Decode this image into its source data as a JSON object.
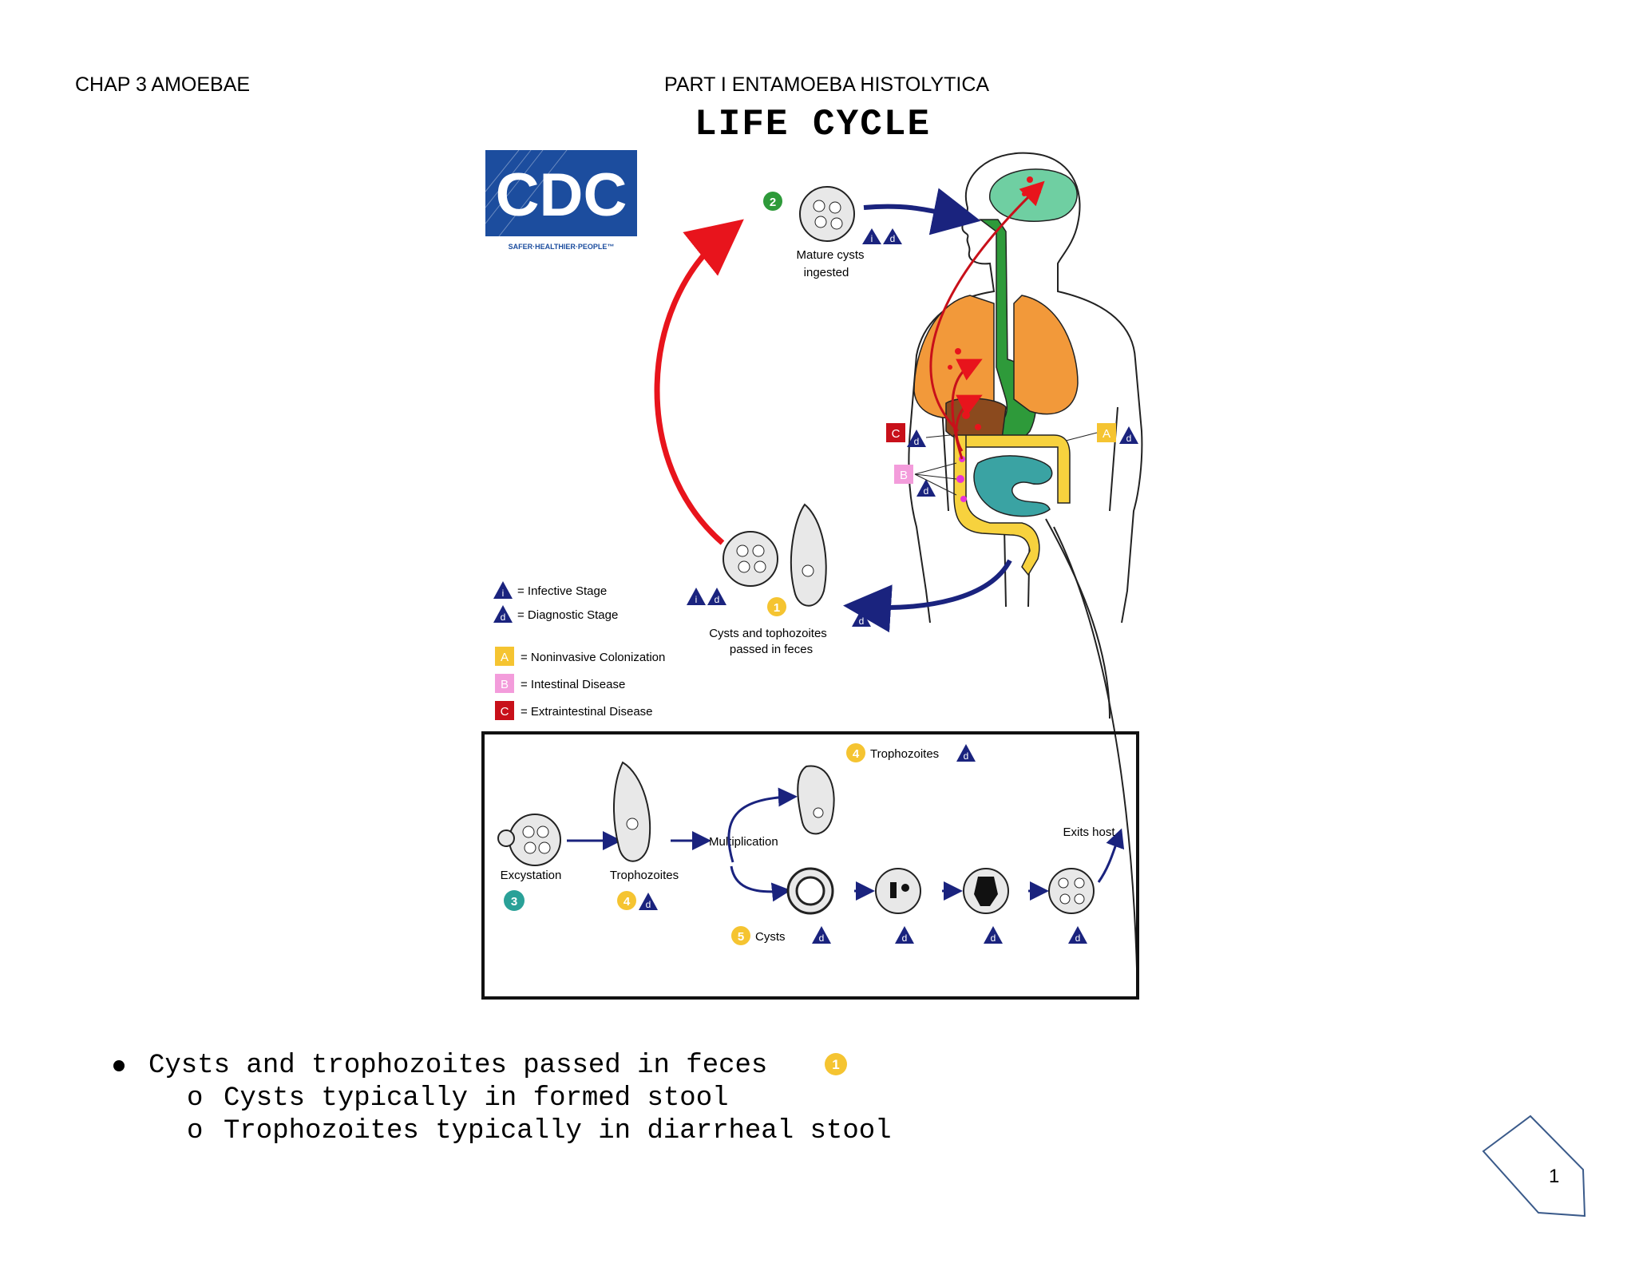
{
  "header": {
    "left": "CHAP 3 AMOEBAE",
    "center": "PART I ENTAMOEBA HISTOLYTICA",
    "title": "LIFE CYCLE"
  },
  "figure": {
    "logo": {
      "text": "CDC",
      "tagline": "SAFER·HEALTHIER·PEOPLE™"
    },
    "labels": {
      "mature_cysts": [
        "Mature cysts",
        "ingested"
      ],
      "passed": [
        "Cysts and tophozoites",
        "passed in feces"
      ],
      "infective": "= Infective Stage",
      "diagnostic": "= Diagnostic Stage",
      "noninvasive": "= Noninvasive Colonization",
      "intestinal": "= Intestinal Disease",
      "extraintestinal": "= Extraintestinal Disease",
      "excystation": "Excystation",
      "trophozoites_a": "Trophozoites",
      "trophozoites_b": "Trophozoites",
      "multiplication": "Multiplication",
      "cysts": "Cysts",
      "exits": "Exits host"
    },
    "badges": {
      "one": "1",
      "two": "2",
      "three": "3",
      "four": "4",
      "five": "5",
      "i": "i",
      "d": "d",
      "A": "A",
      "B": "B",
      "C": "C"
    },
    "colors": {
      "navy": "#1a237e",
      "red": "#e8141c",
      "green": "#2e9a3a",
      "teal": "#2aa198",
      "yellow": "#f5c431",
      "pink": "#f39cdb",
      "darkred": "#c8101a",
      "orange": "#f2993a",
      "brain": "#6fcfa2",
      "lung": "#f2993a",
      "colon": "#f7d23e",
      "intestine": "#3aa3a3"
    }
  },
  "bullets": {
    "main": "Cysts and trophozoites passed in feces",
    "sub1": "Cysts typically in formed stool",
    "sub2": "Trophozoites typically in diarrheal stool",
    "sub_marker": "o",
    "badge": "1"
  },
  "page_number": "1"
}
